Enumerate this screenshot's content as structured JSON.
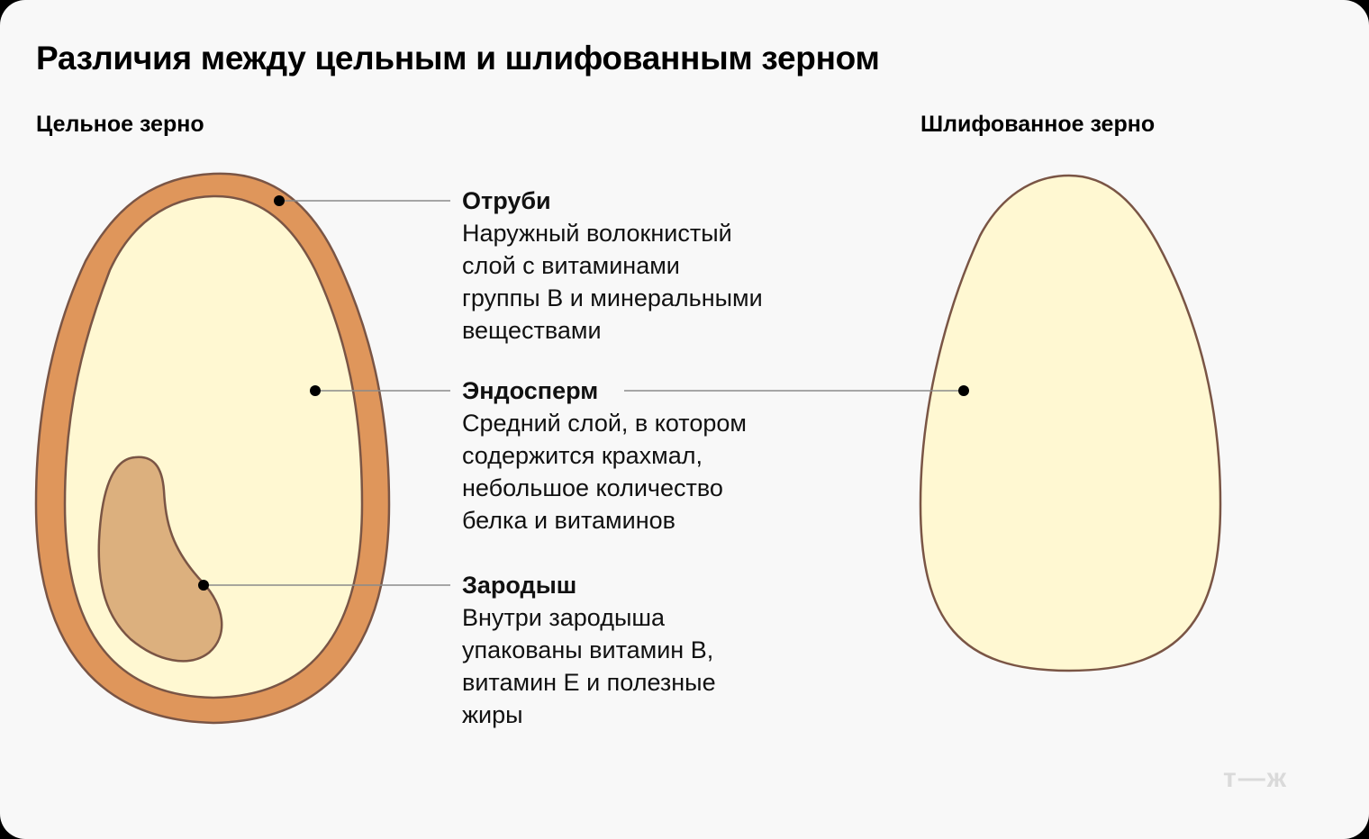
{
  "title": "Различия между цельным и шлифованным зерном",
  "subtitles": {
    "whole": "Цельное зерно",
    "refined": "Шлифованное зерно"
  },
  "labels": [
    {
      "name": "Отруби",
      "description": "Наружный волокнистый\nслой с витаминами\nгруппы В и минеральными\nвеществами"
    },
    {
      "name": "Эндосперм",
      "description": "Средний слой, в котором\nсодержится крахмал,\nнебольшое количество\nбелка и витаминов"
    },
    {
      "name": "Зародыш",
      "description": "Внутри зародыша\nупакованы витамин В,\nвитамин Е и полезные\nжиры"
    }
  ],
  "colors": {
    "bran": "#df965b",
    "endosperm": "#fff8d2",
    "germ": "#dcb07e",
    "outline": "#7a5545",
    "leader_line": "#8a8a8a",
    "background": "#f8f8f8"
  },
  "logo": "т—ж"
}
